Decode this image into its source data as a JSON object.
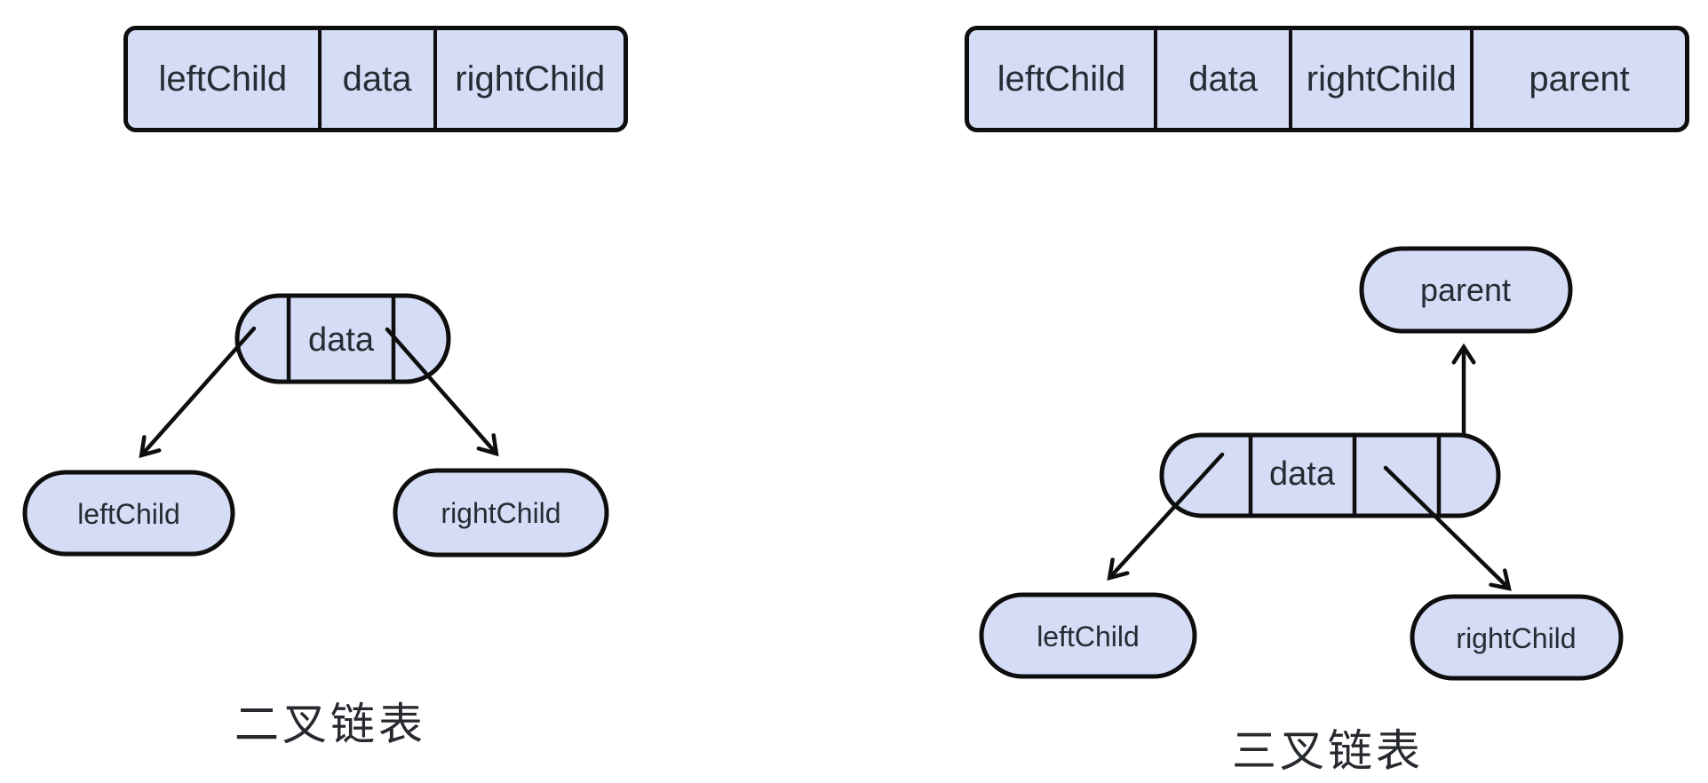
{
  "colors": {
    "background": "#ffffff",
    "node_fill": "#d5dcf5",
    "node_border": "#0e0e0e",
    "text": "#272b33"
  },
  "left_section": {
    "record": {
      "cells": [
        "leftChild",
        "data",
        "rightChild"
      ]
    },
    "tree": {
      "root_label": "data",
      "left_child_label": "leftChild",
      "right_child_label": "rightChild"
    },
    "caption": "二叉链表"
  },
  "right_section": {
    "record": {
      "cells": [
        "leftChild",
        "data",
        "rightChild",
        "parent"
      ]
    },
    "tree": {
      "root_label": "data",
      "parent_label": "parent",
      "left_child_label": "leftChild",
      "right_child_label": "rightChild"
    },
    "caption": "三叉链表"
  }
}
